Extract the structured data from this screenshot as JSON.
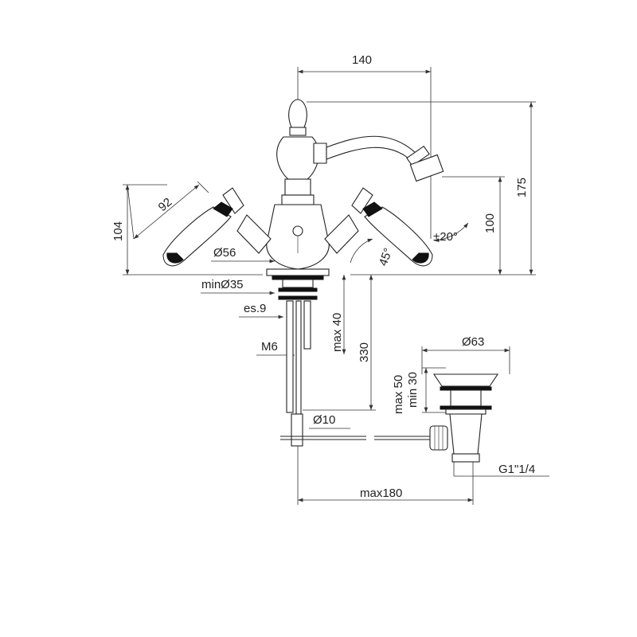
{
  "drawing": {
    "labels": {
      "width_140": "140",
      "height_175": "175",
      "height_100": "100",
      "spout_angle": "±20°",
      "height_104": "104",
      "handle_92": "92",
      "diameter_56": "Ø56",
      "handle_angle": "45°",
      "min_hole": "minØ35",
      "thickness": "es.9",
      "max_40": "max 40",
      "length_330": "330",
      "thread_m6": "M6",
      "diameter_10": "Ø10",
      "diameter_63": "Ø63",
      "max_50": "max 50",
      "min_30": "min 30",
      "thread_g": "G1\"1/4",
      "max_180": "max180"
    }
  }
}
